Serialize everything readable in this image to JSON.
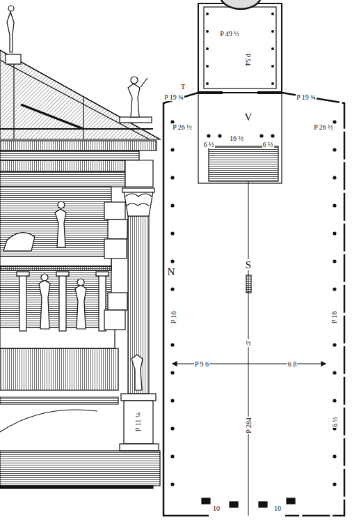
{
  "diagram": {
    "labels": [
      "T",
      "P 19 ¾",
      "P 19 ¾",
      "V",
      "P 49 ½",
      "P 54",
      "P 26 ½",
      "P 26 ½",
      "6 ½",
      "16 ½",
      "6 ½",
      "S",
      "N",
      "P 16",
      "P 16",
      "P 9 6",
      "6 8",
      "½",
      "P 284",
      "P 11 ¼",
      "10",
      "10",
      "6 ½"
    ]
  }
}
